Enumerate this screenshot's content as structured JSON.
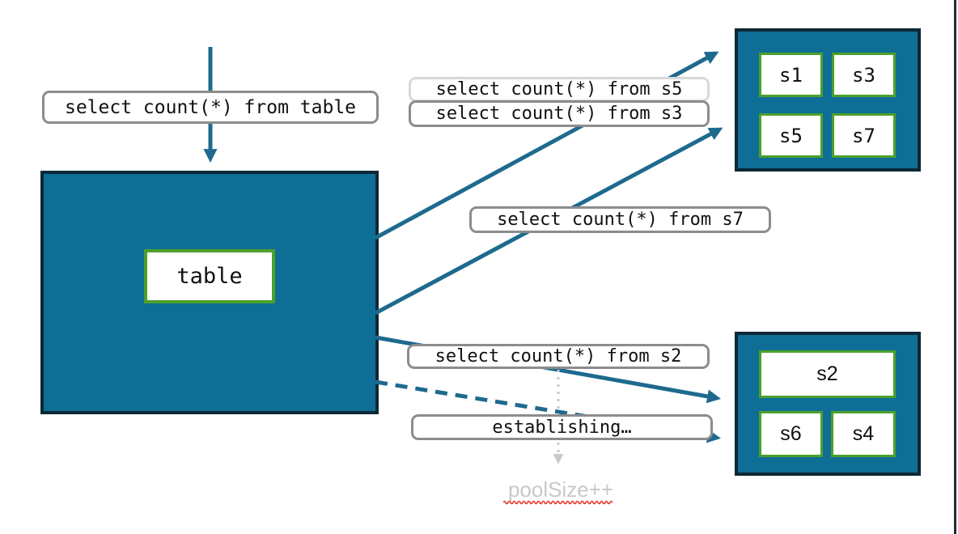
{
  "diagram": {
    "table_box": {
      "label": "table"
    },
    "shards_top": [
      "s1",
      "s3",
      "s5",
      "s7"
    ],
    "shards_bottom": [
      "s2",
      "s6",
      "s4"
    ],
    "queries": {
      "table": "select count(*) from table",
      "s5": "select count(*) from s5",
      "s3": "select count(*) from s3",
      "s7": "select count(*) from s7",
      "s2": "select count(*) from s2"
    },
    "status": {
      "establishing": "establishing…",
      "pool_size": "poolSize++"
    },
    "colors": {
      "teal_fill": "#0e6e96",
      "dark_border": "#0d2836",
      "green_border": "#4da02b",
      "arrow_teal": "#1e6a8e",
      "callout_border_gray": "#8c8c8c",
      "callout_border_light": "#d8d8d8",
      "muted_text": "#c7c9ca",
      "dotted_gray": "#c9c9c9",
      "squiggle_red": "#e23b2e"
    }
  }
}
